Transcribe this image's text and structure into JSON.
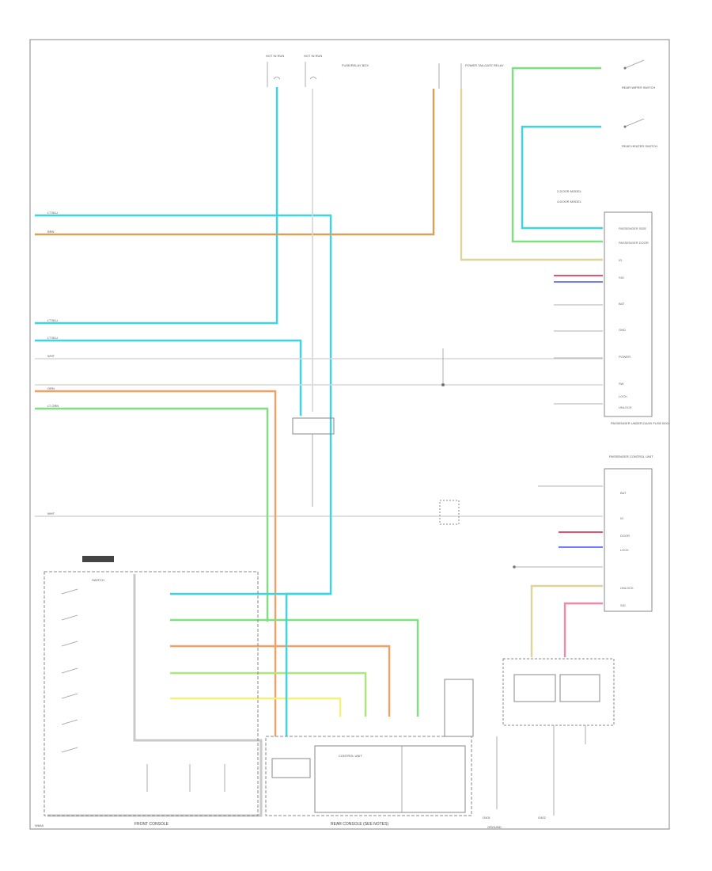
{
  "page": {
    "footer_left": "W6A5"
  },
  "colors": {
    "light_blue": "#3ad6e6",
    "tan": "#d8a15a",
    "light_green": "#7ee07e",
    "orange": "#f2a066",
    "yellow": "#f2f27a",
    "dull_yellow": "#ddd49a",
    "grey": "#c9c9c9",
    "pink": "#f08aa8",
    "blue": "#5a6bff",
    "red": "#e03b5a",
    "outline": "#888888"
  },
  "top": {
    "fuse_a": "HOT IN RUN",
    "fuse_b": "HOT IN RUN",
    "fuse_label": "FUSE/RELAY BOX",
    "relay_label": "POWER TAILGATE RELAY",
    "right_switch_a": "REAR WIPER SWITCH",
    "right_switch_b": "REAR HEATER SWITCH"
  },
  "legend": {
    "a": "2-DOOR MODEL",
    "b": "4-DOOR MODEL"
  },
  "wires_left": [
    {
      "label": "LT BLU"
    },
    {
      "label": "BRN"
    },
    {
      "label": "LT BLU"
    },
    {
      "label": "LT BLU"
    },
    {
      "label": "WHT"
    },
    {
      "label": "ORN"
    },
    {
      "label": "LT GRN"
    },
    {
      "label": "WHT"
    }
  ],
  "connector_right_1": {
    "title": "PASSENGER UNDER-DASH FUSE BOX",
    "pins": [
      "PASSENGER SIDE",
      "PASSENGER DOOR",
      "IG",
      "SIG",
      "BAT",
      "GND",
      "POWER",
      "SW",
      "LOCK",
      "UNLOCK"
    ]
  },
  "connector_right_2": {
    "title": "PASSENGER CONTROL UNIT",
    "pins": [
      "BAT",
      "IG",
      "DOOR",
      "LOCK",
      "UNLOCK",
      "SIG"
    ]
  },
  "bottom": {
    "box_left_title": "FRONT CONSOLE",
    "box_center_title": "REAR CONSOLE (SEE NOTES)",
    "center_unit": "CONTROL UNIT",
    "left_switch": "SWITCH",
    "ground_label": "GROUND",
    "bottom_right_a": "G401",
    "bottom_right_b": "G402"
  }
}
